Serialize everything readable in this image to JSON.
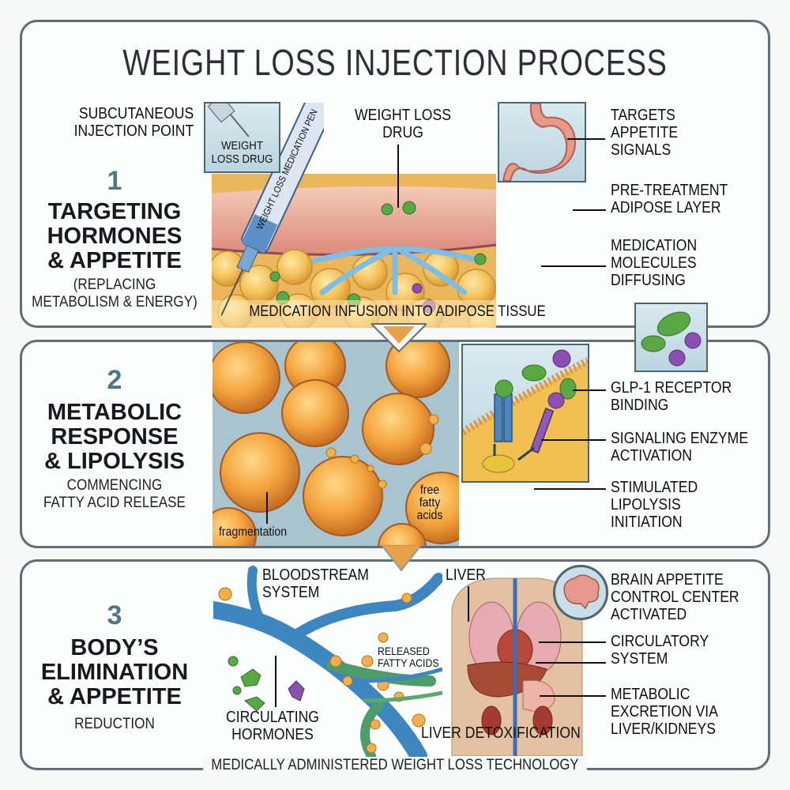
{
  "title": "WEIGHT LOSS INJECTION PROCESS",
  "colors": {
    "panel_border": "#5e6f77",
    "step_number": "#4f7885",
    "skin": "#e9a79a",
    "fat": "#f2c15a",
    "drug_green": "#5aa845",
    "molecule_purple": "#8a4fb0",
    "diffusion_arrow": "#6fb3dd",
    "blood_vessel_blue": "#3d86c0",
    "blood_vessel_green": "#4d9c6a"
  },
  "steps": [
    {
      "number": "1",
      "title_lines": [
        "TARGETING",
        "HORMONES",
        "& APPETITE"
      ],
      "subtitle_lines": [
        "(REPLACING",
        "METABOLISM & ENERGY)"
      ],
      "labels": {
        "injection_point": [
          "SUBCUTANEOUS",
          "INJECTION POINT"
        ],
        "inset_drug": [
          "WEIGHT",
          "LOSS DRUG"
        ],
        "pen": "WEIGHT LOSS MEDICATION PEN",
        "drug": [
          "WEIGHT LOSS",
          "DRUG"
        ],
        "caption": "MEDICATION INFUSION INTO ADIPOSE TISSUE",
        "right": [
          [
            "TARGETS",
            "APPETITE",
            "SIGNALS"
          ],
          [
            "PRE-TREATMENT",
            "ADIPOSE LAYER"
          ],
          [
            "MEDICATION",
            "MOLECULES",
            "DIFFUSING"
          ]
        ]
      },
      "icons": [
        "syringe-icon",
        "stomach-icon",
        "skin-layer-icon",
        "fat-cells-icon",
        "drug-droplet-icon",
        "molecule-icon",
        "diffusion-arrow-icon"
      ]
    },
    {
      "number": "2",
      "title_lines": [
        "METABOLIC",
        "RESPONSE",
        "& LIPOLYSIS"
      ],
      "subtitle_lines": [
        "COMMENCING",
        "FATTY ACID RELEASE"
      ],
      "labels": {
        "fragmentation": "fragmentation",
        "free_fatty_acids": [
          "free",
          "fatty",
          "acids"
        ],
        "right": [
          [
            "GLP-1 RECEPTOR",
            "BINDING"
          ],
          [
            "SIGNALING ENZYME",
            "ACTIVATION"
          ],
          [
            "STIMULATED",
            "LIPOLYSIS",
            "INITIATION"
          ]
        ]
      },
      "icons": [
        "fat-cell-icon",
        "receptor-icon",
        "enzyme-icon",
        "cell-membrane-icon",
        "molecule-binding-icon"
      ]
    },
    {
      "number": "3",
      "title_lines": [
        "BODY’S",
        "ELIMINATION",
        "& APPETITE"
      ],
      "subtitle_lines": [
        "REDUCTION"
      ],
      "labels": {
        "bloodstream": [
          "BLOODSTREAM",
          "SYSTEM"
        ],
        "circulating": [
          "CIRCULATING",
          "HORMONES"
        ],
        "released": [
          "RELEASED",
          "FATTY ACIDS"
        ],
        "liver": "LIVER",
        "liver_detox": "LIVER DETOXIFICATION",
        "right": [
          [
            "BRAIN APPETITE",
            "CONTROL CENTER",
            "ACTIVATED"
          ],
          [
            "CIRCULATORY",
            "SYSTEM"
          ],
          [
            "METABOLIC",
            "EXCRETION VIA",
            "LIVER/KIDNEYS"
          ]
        ]
      },
      "icons": [
        "blood-vessel-icon",
        "hormone-icon",
        "fatty-acid-droplet-icon",
        "torso-organs-icon",
        "brain-icon",
        "kidney-icon"
      ]
    }
  ],
  "footer": "MEDICALLY ADMINISTERED WEIGHT LOSS TECHNOLOGY"
}
